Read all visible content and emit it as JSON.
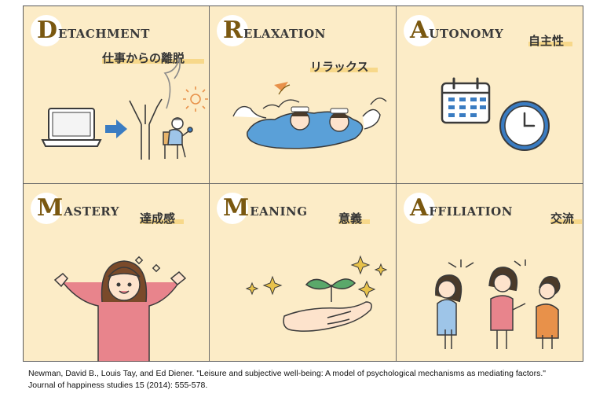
{
  "cells": [
    {
      "initial": "D",
      "rest": "ETACHMENT",
      "jp": "仕事からの離脱"
    },
    {
      "initial": "R",
      "rest": "ELAXATION",
      "jp": "リラックス"
    },
    {
      "initial": "A",
      "rest": "UTONOMY",
      "jp": "自主性"
    },
    {
      "initial": "M",
      "rest": "ASTERY",
      "jp": "達成感"
    },
    {
      "initial": "M",
      "rest": "EANING",
      "jp": "意義"
    },
    {
      "initial": "A",
      "rest": "FFILIATION",
      "jp": "交流"
    }
  ],
  "citation": {
    "line1": "Newman, David B., Louis Tay, and Ed Diener. \"Leisure and subjective well-being: A model of psychological mechanisms as mediating factors.\"",
    "line2": "Journal of happiness studies 15 (2014): 555-578."
  },
  "colors": {
    "cell_bg": "#fcecc7",
    "initial": "#7a5810",
    "highlight": "#f7d88a",
    "accent_blue": "#3a7cc2",
    "accent_orange": "#e8914a",
    "accent_pink": "#e8848c"
  },
  "icons": [
    "laptop-icon",
    "arrow-right-icon",
    "bare-tree-icon",
    "sun-icon",
    "elderly-person-icon",
    "hot-spring-icon",
    "calendar-icon",
    "clock-icon",
    "cheering-woman-icon",
    "sparkle-icon",
    "seedling-in-hand-icon",
    "friends-chatting-icon"
  ]
}
